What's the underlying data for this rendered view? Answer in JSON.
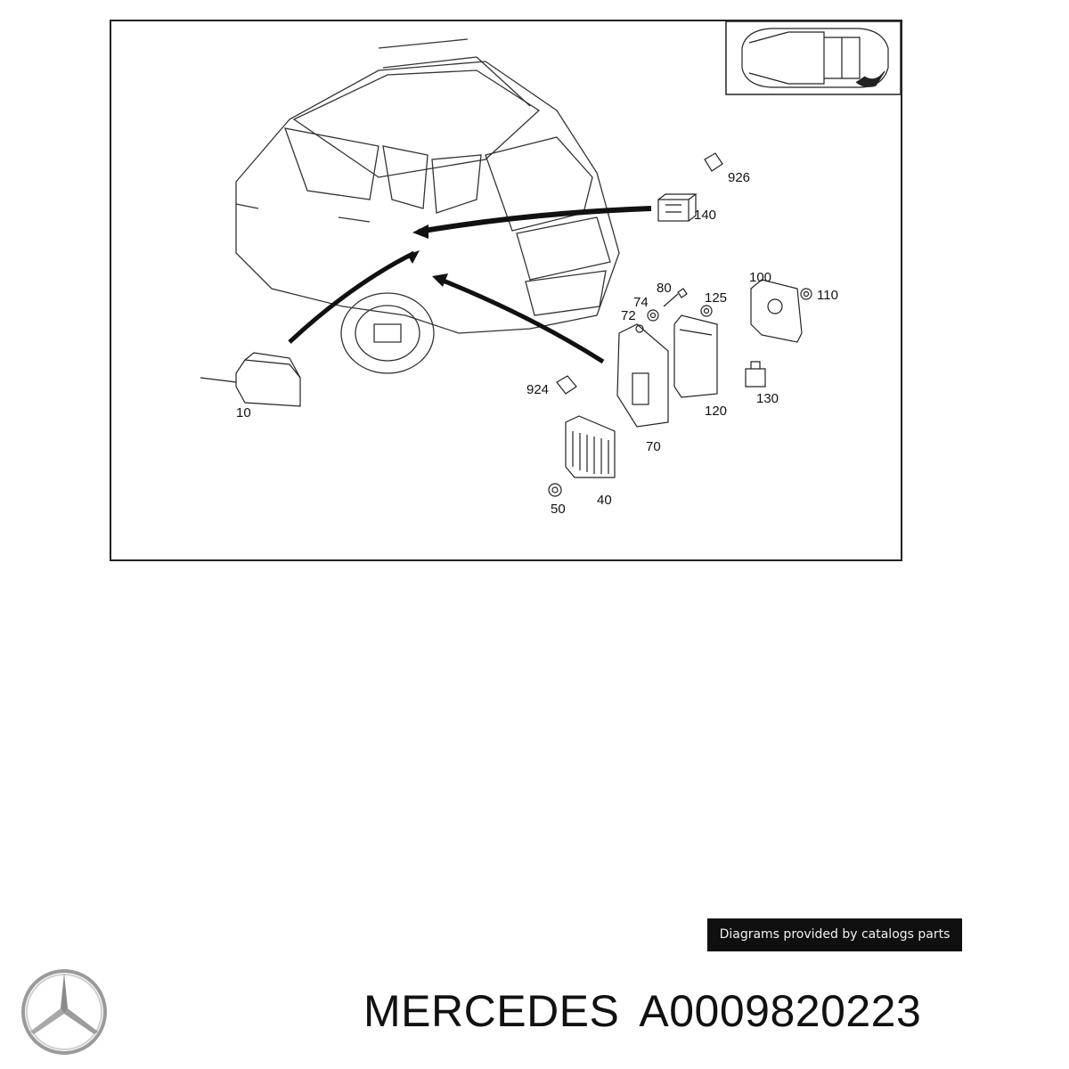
{
  "diagram": {
    "callouts": [
      "926",
      "140",
      "80",
      "74",
      "72",
      "125",
      "100",
      "110",
      "924",
      "120",
      "130",
      "70",
      "10",
      "50",
      "40"
    ]
  },
  "credit_text": "Diagrams provided by catalogs parts",
  "brand": {
    "name": "MERCEDES",
    "part_number": "A0009820223",
    "logo_icon": "three-pointed-star-logo"
  },
  "colors": {
    "line": "#222222",
    "credit_bg": "#0f0f0f",
    "credit_fg": "#f2f2f2"
  }
}
